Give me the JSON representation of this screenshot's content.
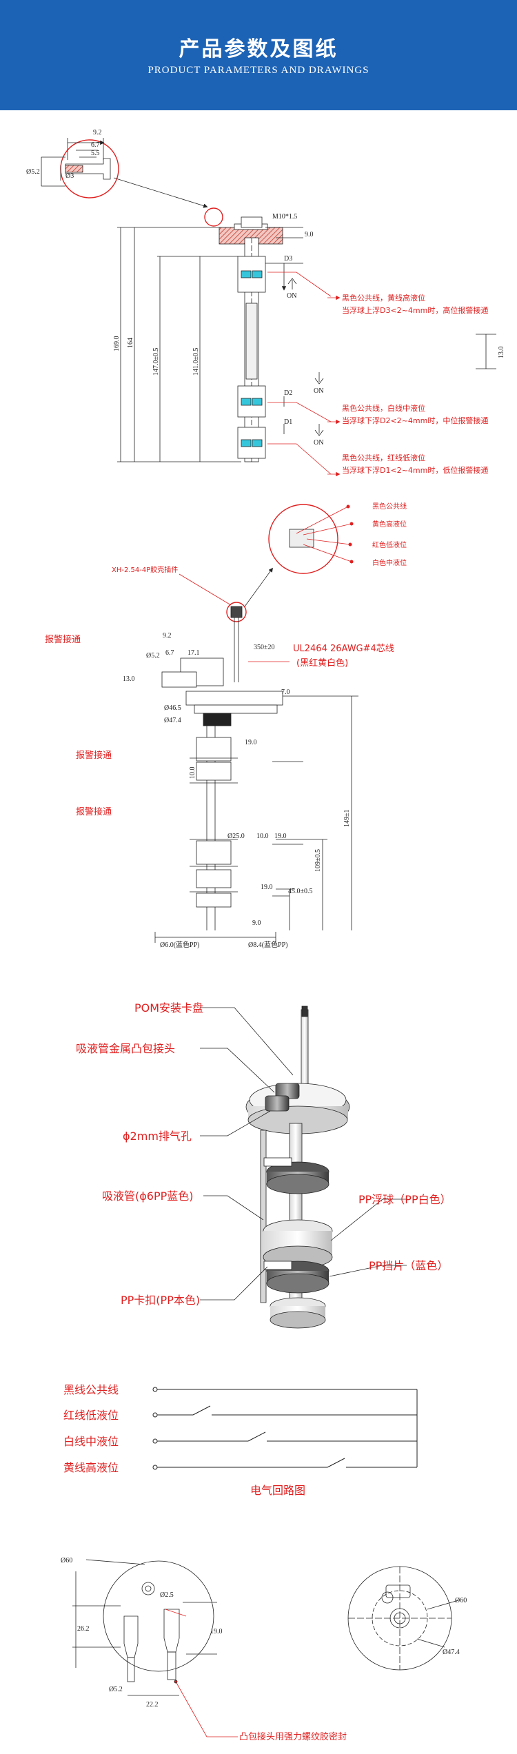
{
  "header": {
    "title": "产品参数及图纸",
    "subtitle": "PRODUCT PARAMETERS AND DRAWINGS"
  },
  "drawing1": {
    "dims": {
      "d9_2": "9.2",
      "d6_7": "6.7",
      "d5_5": "5.5",
      "phi5_2": "Ø5.2",
      "phi3": "Ø3",
      "m10": "M10*1.5",
      "d9_0": "9.0",
      "d169": "169.0",
      "d164": "164",
      "d147": "147.0±0.5",
      "d141": "141.0±0.5",
      "d13": "13.0",
      "d3": "D3",
      "d2": "D2",
      "d1": "D1",
      "on1": "ON",
      "on2": "ON",
      "on3": "ON"
    },
    "notes": [
      {
        "line1": "黑色公共线，黄线高液位",
        "line2": "当浮球上浮D3<2~4mm时，高位报警接通"
      },
      {
        "line1": "黑色公共线，白线中液位",
        "line2": "当浮球下浮D2<2~4mm时，中位报警接通"
      },
      {
        "line1": "黑色公共线，红线低液位",
        "line2": "当浮球下浮D1<2~4mm时，低位报警接通"
      }
    ]
  },
  "drawing2": {
    "connector": "XH-2.54-4P胶壳插件",
    "wires": [
      "黑色公共线",
      "黄色高液位",
      "红色低液位",
      "白色中液位"
    ],
    "cable": "UL2464  26AWG#4芯线",
    "cable_colors": "(黑红黄白色)",
    "alarms": [
      "报警接通",
      "报警接通",
      "报警接通"
    ],
    "dims": {
      "d9_2": "9.2",
      "d6_7": "6.7",
      "d17_1": "17.1",
      "phi5_2": "Ø5.2",
      "d13": "13.0",
      "d350": "350±20",
      "d7": "7.0",
      "phi46_5": "Ø46.5",
      "phi47_4": "Ø47.4",
      "d19a": "19.0",
      "d10": "10.0",
      "d149": "149±1",
      "phi25": "Ø25.0",
      "d10b": "10.0",
      "d19b": "19.0",
      "d109": "109±0.5",
      "d19c": "19.0",
      "d45": "45.0±0.5",
      "d9": "9.0",
      "phi6": "Ø6.0(蓝色PP)",
      "phi8_4": "Ø8.4(蓝色PP)"
    }
  },
  "drawing3": {
    "labels": [
      "POM安装卡盘",
      "吸液管金属凸包接头",
      "ϕ2mm排气孔",
      "吸液管(ϕ6PP蓝色)",
      "PP浮球（PP白色）",
      "PP挡片（蓝色）",
      "PP卡扣(PP本色)"
    ]
  },
  "circuit": {
    "lines": [
      "黑线公共线",
      "红线低液位",
      "白线中液位",
      "黄线高液位"
    ],
    "caption": "电气回路图"
  },
  "drawing4": {
    "dims": {
      "phi60a": "Ø60",
      "phi2_5": "Ø2.5",
      "d26_2": "26.2",
      "d19": "19.0",
      "phi5_2": "Ø5.2",
      "d22_2": "22.2",
      "phi60b": "Ø60",
      "phi47_4": "Ø47.4"
    },
    "note": "凸包接头用强力螺纹胶密封"
  },
  "colors": {
    "banner": "#1d63b5",
    "annotation_red": "#e02020",
    "cyan_fill": "#35c6dc",
    "hatch": "#c0392b"
  }
}
